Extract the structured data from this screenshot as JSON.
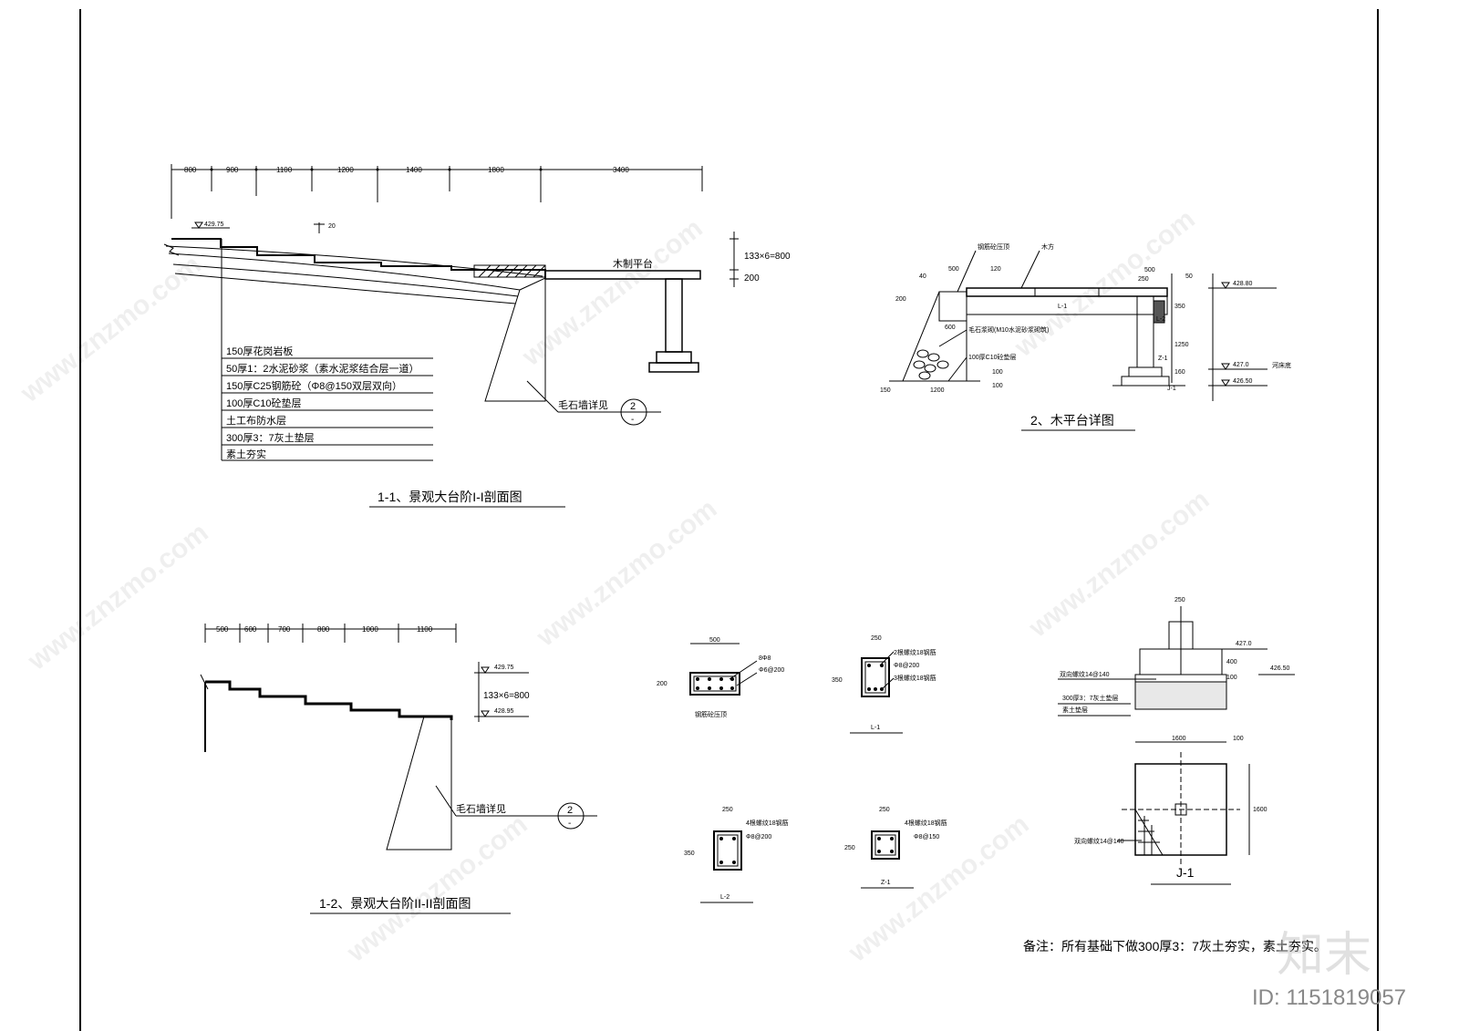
{
  "titles": {
    "section_1_1": "1-1、景观大台阶I-I剖面图",
    "section_1_2": "1-2、景观大台阶II-II剖面图",
    "platform": "2、木平台详图",
    "j1": "J-1",
    "l1": "L-1",
    "l2": "L-2",
    "z1": "Z-1",
    "coping": "钢筋砼压顶"
  },
  "section_1_1": {
    "dims": [
      "800",
      "900",
      "1100",
      "1200",
      "1400",
      "1800",
      "3400"
    ],
    "elev_top": "429.75",
    "step_note": "20",
    "riser_dim": "133×6=800",
    "platform_dim": "200",
    "platform_label": "木制平台",
    "wall_note": "毛石墙详见",
    "wall_ref": "2",
    "layers": [
      "150厚花岗岩板",
      "50厚1：2水泥砂浆（素水泥浆结合层一道）",
      "150厚C25钢筋砼（Φ8@150双层双向）",
      "100厚C10砼垫层",
      "土工布防水层",
      "300厚3：7灰土垫层",
      "素土夯实"
    ]
  },
  "section_1_2": {
    "dims": [
      "500",
      "600",
      "700",
      "800",
      "1000",
      "1100"
    ],
    "elev_top": "429.75",
    "elev_bottom": "428.95",
    "riser_dim": "133×6=800",
    "wall_note": "毛石墙详见",
    "wall_ref": "2"
  },
  "platform": {
    "coping_label": "钢筋砼压顶",
    "timber_label": "木方",
    "masonry_label": "毛石浆砌(M10水泥砂浆砌筑)",
    "base_label": "100厚C10砼垫层",
    "beam_label": "L-1",
    "beam2_label": "L-2",
    "col_label": "Z-1",
    "footing_label": "J-1",
    "elev_top": "428.80",
    "elev_river": "427.0",
    "elev_bottom": "426.50",
    "river_label": "河床底",
    "dims_small": [
      "40",
      "500",
      "120",
      "200",
      "600",
      "150",
      "1200",
      "100",
      "100",
      "500",
      "250",
      "50",
      "350",
      "1250",
      "160"
    ]
  },
  "details": {
    "coping_w": "500",
    "coping_h": "200",
    "coping_bar1": "8Φ8",
    "coping_bar2": "Φ6@200",
    "l1_w": "250",
    "l1_h": "350",
    "l1_bar1": "2根螺纹18钢筋",
    "l1_bar2": "Φ8@200",
    "l1_bar3": "3根螺纹18钢筋",
    "l2_w": "250",
    "l2_h": "350",
    "l2_bar1": "4根螺纹18钢筋",
    "l2_bar2": "Φ8@200",
    "z1_w": "250",
    "z1_h": "250",
    "z1_bar1": "4根螺纹18钢筋",
    "z1_bar2": "Φ8@150"
  },
  "j1": {
    "elev1": "427.0",
    "elev2": "426.50",
    "top_w": "250",
    "h1": "400",
    "h2": "100",
    "bar_label": "双向螺纹14@140",
    "layer1": "300厚3：7灰土垫层",
    "layer2": "素土垫层",
    "width": "1600",
    "edge": "100",
    "plan_size": "1600",
    "plan_bar": "双向螺纹14@140"
  },
  "note": "备注：所有基础下做300厚3：7灰土夯实，素土夯实。",
  "watermark": {
    "text": "www.znzmo.com",
    "logo": "知末",
    "id": "ID: 1151819057"
  }
}
